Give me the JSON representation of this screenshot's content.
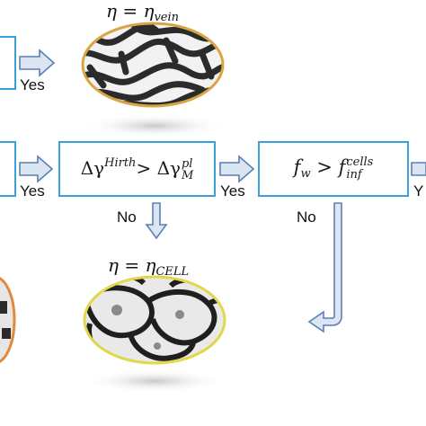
{
  "top_branch": {
    "equation": {
      "lhs": "η",
      "op": "=",
      "rhs_base": "η",
      "rhs_sub": "vein"
    },
    "yes_label": "Yes"
  },
  "condition_1": {
    "yes_label": "Yes"
  },
  "condition_2": {
    "text": {
      "delta": "Δγ",
      "sup1": "Hirth",
      "op": ">",
      "delta2": "Δγ",
      "sub2": "M",
      "sup2": "pl"
    },
    "yes_label": "Yes",
    "no_label": "No"
  },
  "condition_3": {
    "text": {
      "lhs": "f",
      "lhs_sub": "w",
      "op": ">",
      "rhs": "f",
      "rhs_sub": "inf",
      "rhs_sup": "cells"
    },
    "yes_label": "Y",
    "no_label": "No"
  },
  "cell_branch": {
    "equation": {
      "lhs": "η",
      "op": "=",
      "rhs_base": "η",
      "rhs_sub": "CELL"
    }
  },
  "colors": {
    "box_border": "#3aa0d8",
    "arrow_fill": "#dbe6f2",
    "arrow_stroke": "#5b7fb5",
    "vein_border": "#d9a441",
    "cell_border": "#e0d84a"
  }
}
